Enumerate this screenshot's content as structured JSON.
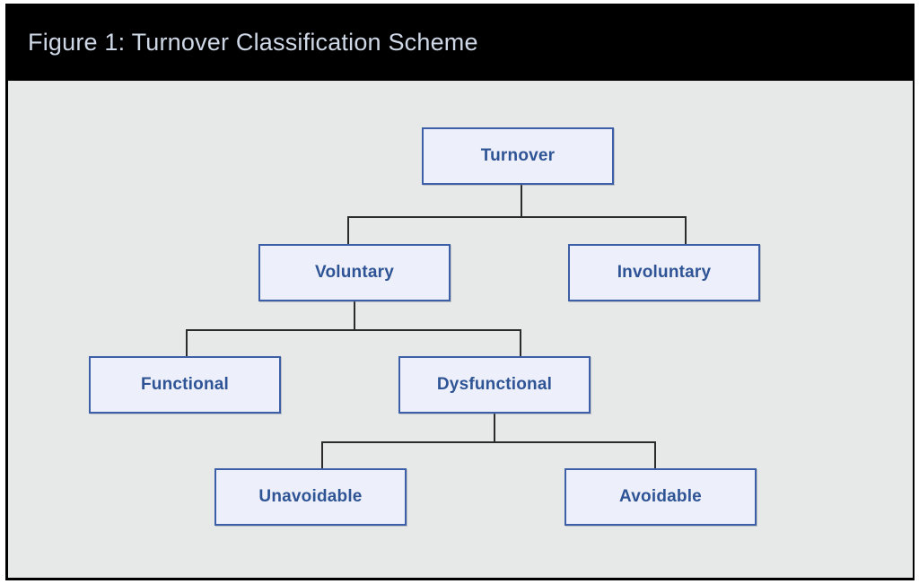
{
  "figure": {
    "title": "Figure 1: Turnover Classification Scheme",
    "frame_border_color": "#000000",
    "title_bar_color": "#000000",
    "title_text_color": "#cfd8e6",
    "canvas_color": "#e7e8e8",
    "node_fill_color": "#edf0fa",
    "node_border_color": "#3c5fa8",
    "node_text_color": "#2f5496",
    "connector_color": "#2b2b2b"
  },
  "diagram": {
    "type": "tree",
    "root": "Turnover",
    "nodes": [
      {
        "id": "turnover",
        "label": "Turnover",
        "level": 0,
        "parent": null
      },
      {
        "id": "voluntary",
        "label": "Voluntary",
        "level": 1,
        "parent": "turnover"
      },
      {
        "id": "involuntary",
        "label": "Involuntary",
        "level": 1,
        "parent": "turnover"
      },
      {
        "id": "functional",
        "label": "Functional",
        "level": 2,
        "parent": "voluntary"
      },
      {
        "id": "dysfunctional",
        "label": "Dysfunctional",
        "level": 2,
        "parent": "voluntary"
      },
      {
        "id": "unavoidable",
        "label": "Unavoidable",
        "level": 3,
        "parent": "dysfunctional"
      },
      {
        "id": "avoidable",
        "label": "Avoidable",
        "level": 3,
        "parent": "dysfunctional"
      }
    ],
    "edges": [
      {
        "from": "turnover",
        "to": "voluntary"
      },
      {
        "from": "turnover",
        "to": "involuntary"
      },
      {
        "from": "voluntary",
        "to": "functional"
      },
      {
        "from": "voluntary",
        "to": "dysfunctional"
      },
      {
        "from": "dysfunctional",
        "to": "unavoidable"
      },
      {
        "from": "dysfunctional",
        "to": "avoidable"
      }
    ]
  }
}
